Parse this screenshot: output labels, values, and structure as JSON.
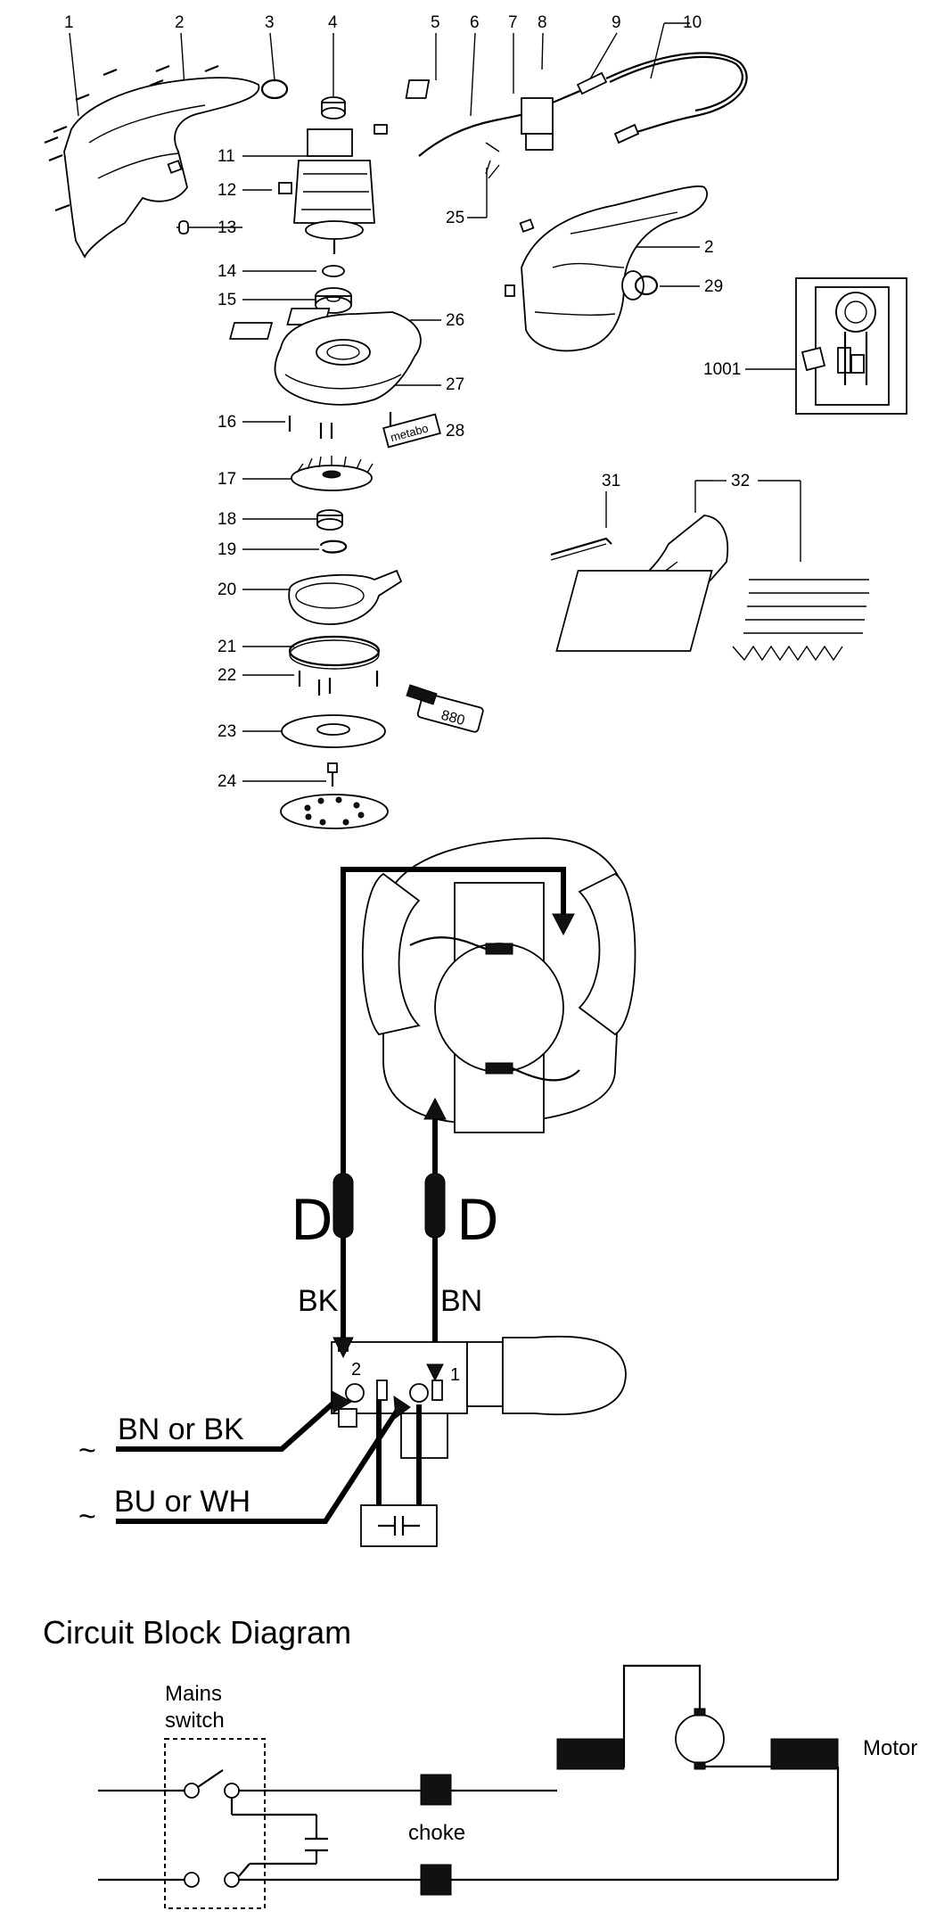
{
  "exploded_view": {
    "callouts": [
      "1",
      "2",
      "3",
      "4",
      "5",
      "6",
      "7",
      "8",
      "9",
      "10",
      "11",
      "12",
      "13",
      "14",
      "15",
      "26",
      "27",
      "16",
      "28",
      "17",
      "18",
      "19",
      "20",
      "21",
      "22",
      "23",
      "24",
      "25",
      "2",
      "29",
      "1001",
      "31",
      "32"
    ],
    "packaging_label": "880",
    "brand_label": "metabo"
  },
  "wiring": {
    "d_left": "D",
    "d_right": "D",
    "bk": "BK",
    "bn": "BN",
    "switch_2": "2",
    "switch_1": "1",
    "input_top": "BN or BK",
    "input_bottom": "BU or WH",
    "tilde_top": "~",
    "tilde_bottom": "~"
  },
  "block_diagram": {
    "title": "Circuit Block Diagram",
    "mains_line1": "Mains",
    "mains_line2": "switch",
    "choke": "choke",
    "motor": "Motor"
  }
}
